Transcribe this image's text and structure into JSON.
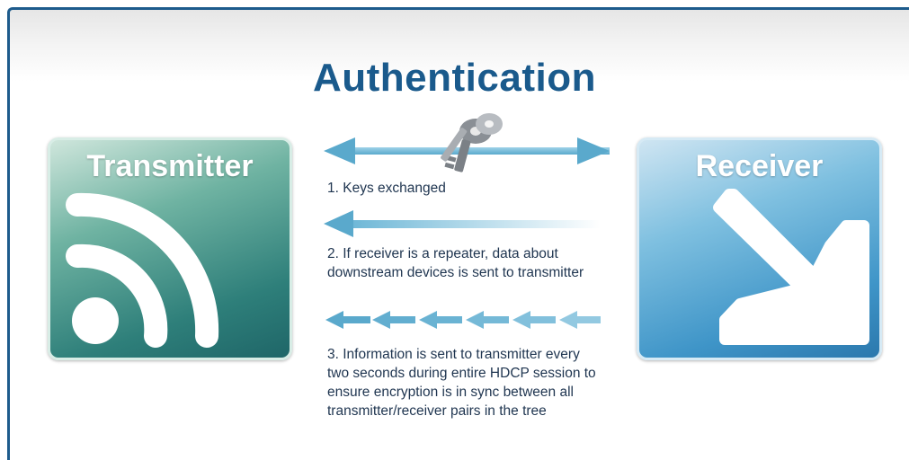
{
  "title": "Authentication",
  "transmitter": {
    "label": "Transmitter",
    "icon": "wireless-signal-icon"
  },
  "receiver": {
    "label": "Receiver",
    "icon": "arrow-down-right-icon"
  },
  "key_icon": "keys-icon",
  "steps": [
    {
      "text": "1. Keys exchanged",
      "arrow": "bidirectional"
    },
    {
      "text": "2. If receiver is a repeater, data about downstream devices is sent to transmitter",
      "arrow": "left"
    },
    {
      "text": "3. Information is sent to transmitter every two seconds during entire HDCP session to ensure encryption is in sync between all transmitter/receiver pairs in the tree",
      "arrow": "repeated-left"
    }
  ],
  "colors": {
    "title": "#1a5a8c",
    "frame": "#1d5b8c",
    "transmitter": "#2e7f7a",
    "receiver": "#3f95c8",
    "arrow": "#6bb6d6",
    "text": "#1f3550"
  }
}
